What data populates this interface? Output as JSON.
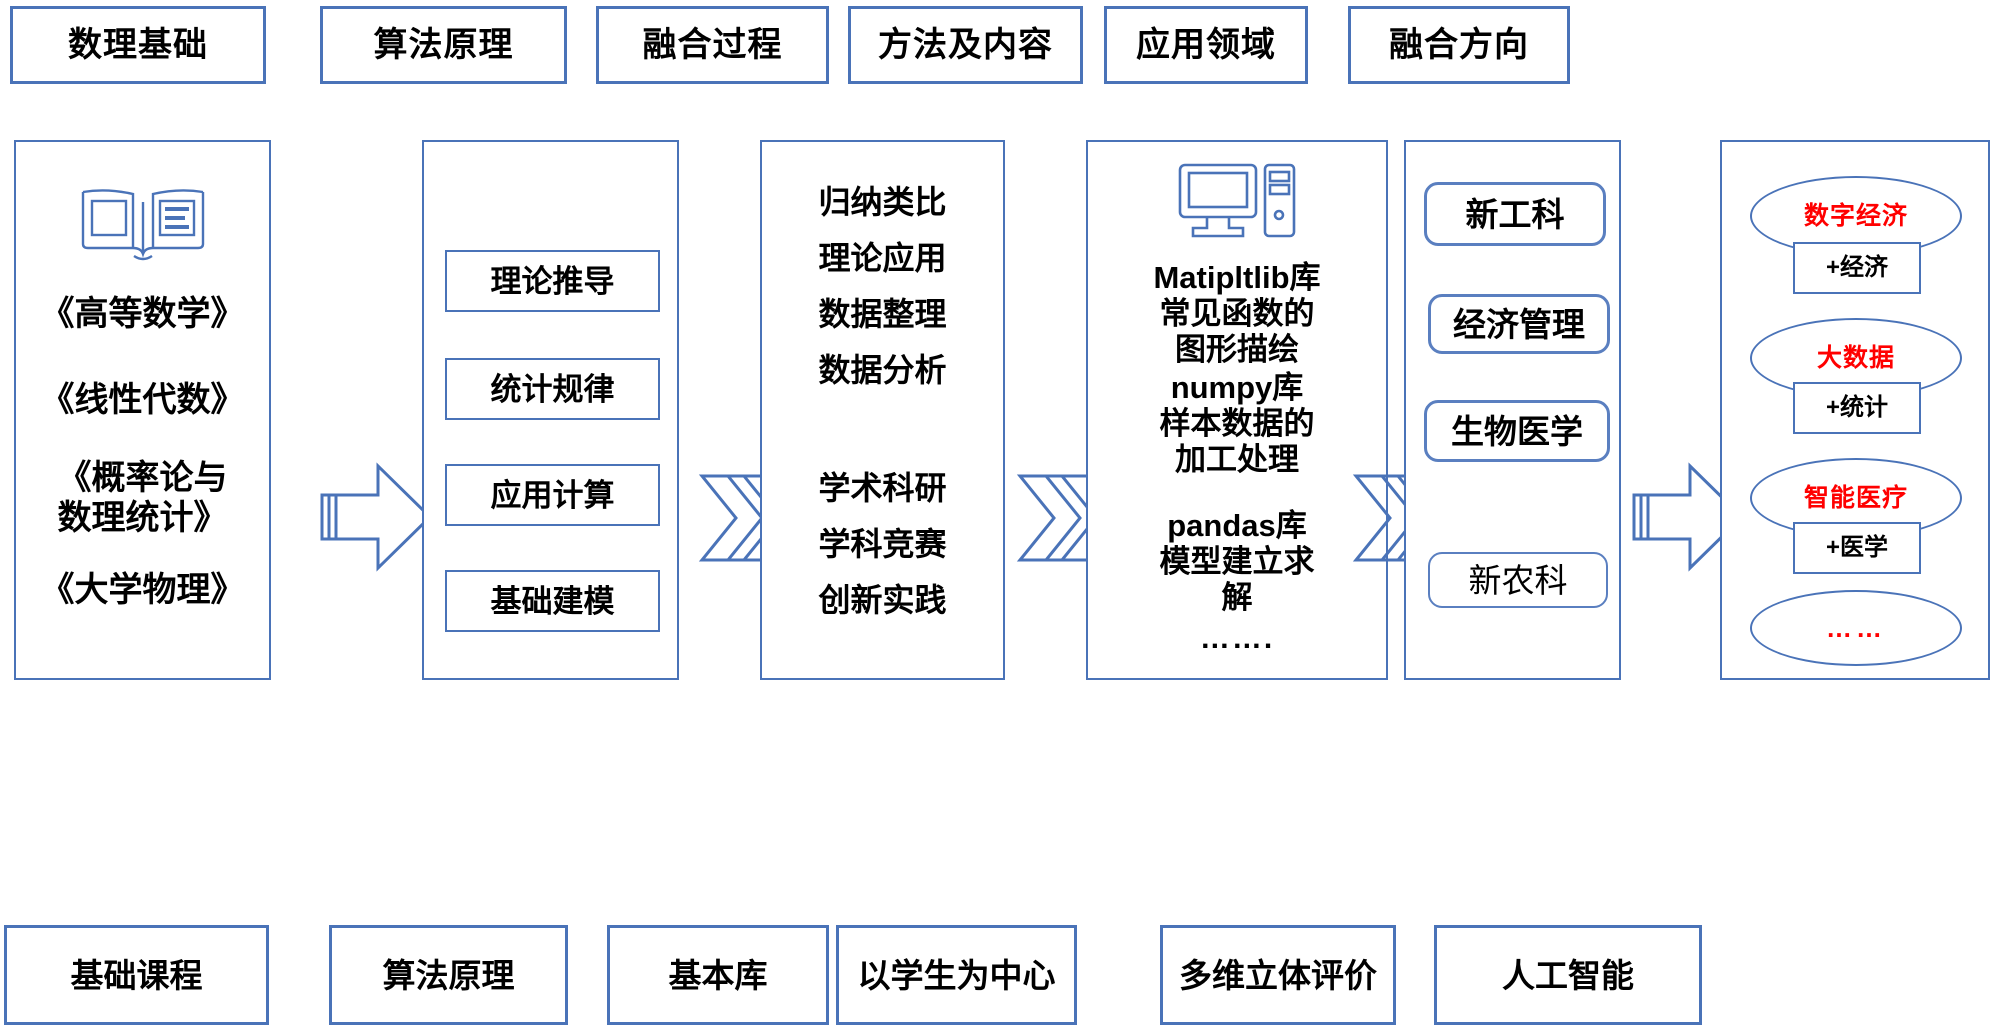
{
  "headers": [
    {
      "label": "数理基础"
    },
    {
      "label": "算法原理"
    },
    {
      "label": "融合过程"
    },
    {
      "label": "方法及内容"
    },
    {
      "label": "应用领域"
    },
    {
      "label": "融合方向"
    }
  ],
  "footers": [
    {
      "label": "基础课程"
    },
    {
      "label": "算法原理"
    },
    {
      "label": "基本库"
    },
    {
      "label": "以学生为中心"
    },
    {
      "label": "多维立体评价"
    },
    {
      "label": "人工智能"
    }
  ],
  "col1": {
    "icon": "open-book-icon",
    "courses": [
      "《高等数学》",
      "《线性代数》",
      "《概率论与\n数理统计》",
      "《大学物理》"
    ],
    "course_line1": "《高等数学》",
    "course_line2": "《线性代数》",
    "course_line3a": "《概率论与",
    "course_line3b": "数理统计》",
    "course_line4": "《大学物理》"
  },
  "col2": {
    "items": [
      {
        "label": "理论推导"
      },
      {
        "label": "统计规律"
      },
      {
        "label": "应用计算"
      },
      {
        "label": "基础建模"
      }
    ]
  },
  "col3": {
    "group_a": [
      "归纳类比",
      "理论应用",
      "数据整理",
      "数据分析"
    ],
    "group_b": [
      "学术科研",
      "学科竞赛",
      "创新实践"
    ],
    "a0": "归纳类比",
    "a1": "理论应用",
    "a2": "数据整理",
    "a3": "数据分析",
    "b0": "学术科研",
    "b1": "学科竞赛",
    "b2": "创新实践"
  },
  "col4": {
    "icon": "desktop-computer-icon",
    "blocks": [
      "Matipltlib库\n常见函数的\n图形描绘",
      "numpy库\n样本数据的\n加工处理",
      "pandas库\n模型建立求\n解"
    ],
    "b1l1": "Matipltlib库",
    "b1l2": "常见函数的",
    "b1l3": "图形描绘",
    "b2l1": "numpy库",
    "b2l2": "样本数据的",
    "b2l3": "加工处理",
    "b3l1": "pandas库",
    "b3l2": "模型建立求",
    "b3l3": "解",
    "ellipsis": "……."
  },
  "col5": {
    "items": [
      {
        "label": "新工科",
        "emphasis": "bold"
      },
      {
        "label": "经济管理",
        "emphasis": "bold"
      },
      {
        "label": "生物医学",
        "emphasis": "bold"
      },
      {
        "label": "新农科",
        "emphasis": "normal"
      }
    ]
  },
  "col6": {
    "pairs": [
      {
        "topic": "数字经济",
        "tag": "+经济"
      },
      {
        "topic": "大数据",
        "tag": "+统计"
      },
      {
        "topic": "智能医疗",
        "tag": "+医学"
      }
    ],
    "p0topic": "数字经济",
    "p0tag": "+经济",
    "p1topic": "大数据",
    "p1tag": "+统计",
    "p2topic": "智能医疗",
    "p2tag": "+医学",
    "more": "……"
  },
  "colors": {
    "border_blue": "#4a73b8",
    "accent_red": "#ff0000",
    "text_black": "#000000",
    "background": "#ffffff"
  }
}
